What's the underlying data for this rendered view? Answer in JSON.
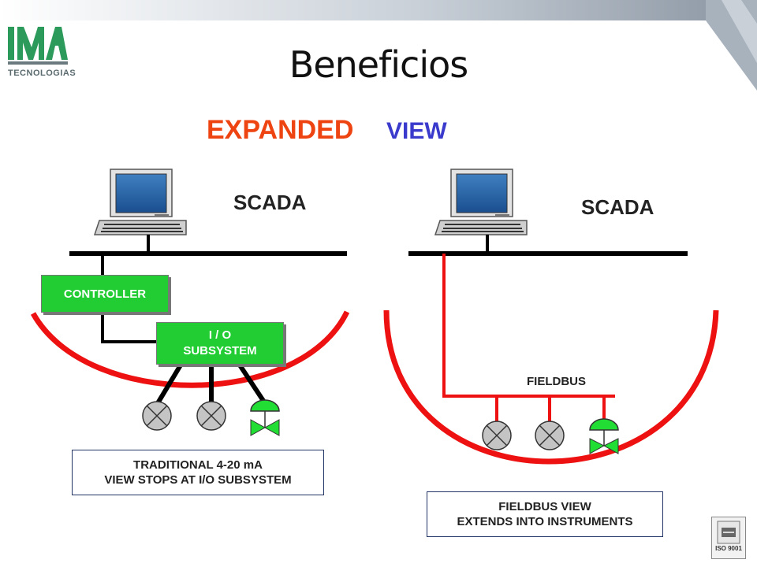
{
  "title": "Beneficios",
  "subtitle": {
    "part1": "EXPANDED",
    "part2": "VIEW",
    "part1_color": "#ee4411",
    "part2_color": "#3a3acc"
  },
  "logo": {
    "icon": "ima-logo-icon",
    "text": "TECNOLOGIAS"
  },
  "left": {
    "scada_label": "SCADA",
    "controller_label": "CONTROLLER",
    "io_line1": "I / O",
    "io_line2": "SUBSYSTEM",
    "note_line1": "TRADITIONAL 4-20 mA",
    "note_line2": "VIEW STOPS AT I/O SUBSYSTEM"
  },
  "right": {
    "scada_label": "SCADA",
    "fieldbus_label": "FIELDBUS",
    "note_line1": "FIELDBUS VIEW",
    "note_line2": "EXTENDS INTO INSTRUMENTS"
  },
  "certification": {
    "icon": "iso-certificate-icon",
    "label": "ISO 9001"
  },
  "colors": {
    "bubble_red": "#ee1111",
    "box_green": "#22cc33",
    "valve_green": "#22dd33",
    "instrument_gray": "#c4c4c4"
  }
}
